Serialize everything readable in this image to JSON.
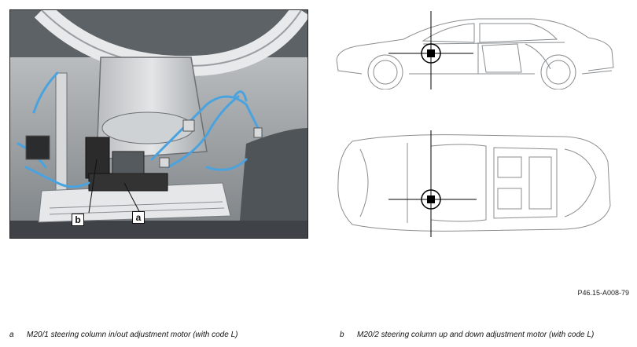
{
  "callouts": {
    "a": "a",
    "b": "b"
  },
  "reference_code": "P46.15-A008-79",
  "legend": [
    {
      "key": "a",
      "text": "M20/1 steering column in/out adjustment motor (with code L)"
    },
    {
      "key": "b",
      "text": "M20/2 steering column up and down adjustment motor (with code L)"
    }
  ],
  "colors": {
    "harness": "#4aa3df",
    "motor": "#2b2b2b",
    "locator_marker": "#000000"
  }
}
